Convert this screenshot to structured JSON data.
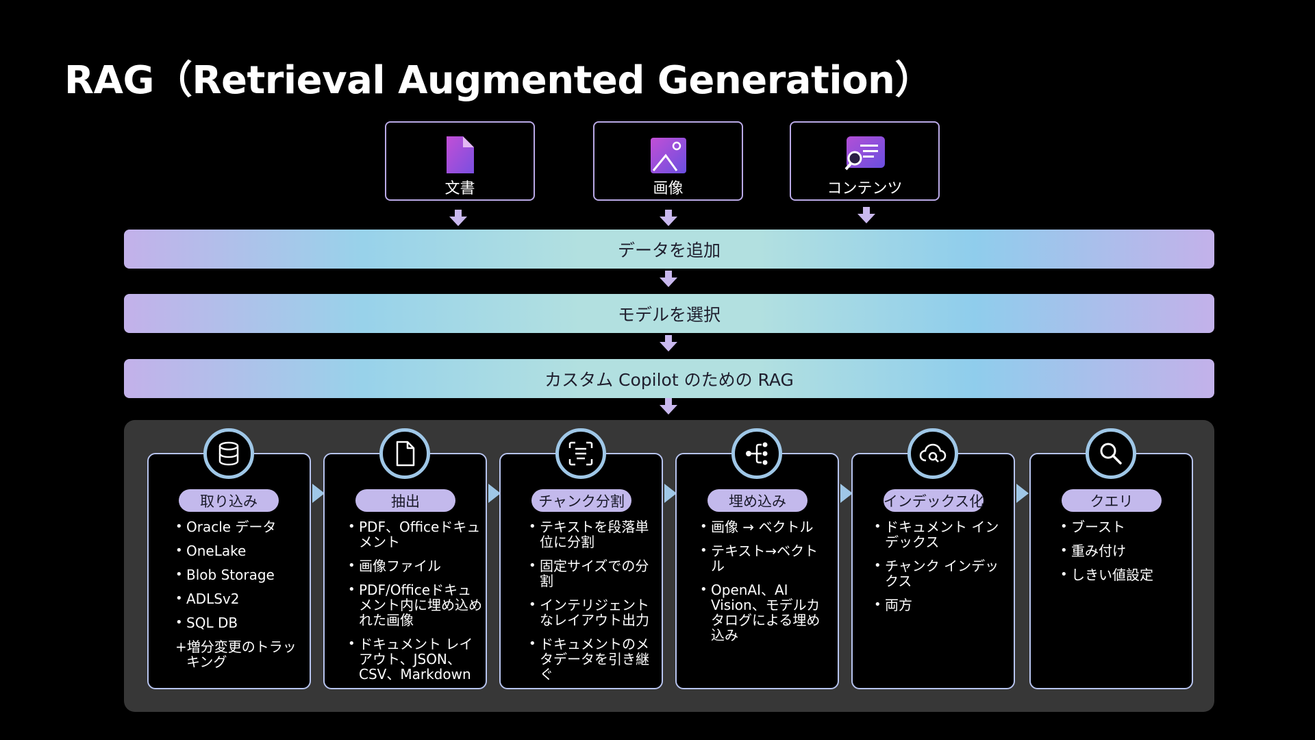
{
  "title": "RAG（Retrieval Augmented Generation）",
  "sources": [
    {
      "label": "文書",
      "icon": "document-icon"
    },
    {
      "label": "画像",
      "icon": "image-icon"
    },
    {
      "label": "コンテンツ",
      "icon": "content-search-icon"
    }
  ],
  "bands": [
    "データを追加",
    "モデルを選択",
    "カスタム Copilot のための RAG"
  ],
  "steps": [
    {
      "label": "取り込み",
      "icon": "database-icon",
      "items": [
        "Oracle データ",
        "OneLake",
        "Blob Storage",
        "ADLSv2",
        "SQL DB"
      ],
      "extra": "+増分変更のトラッキング"
    },
    {
      "label": "抽出",
      "icon": "file-icon",
      "items": [
        "PDF、Officeドキュメント",
        "画像ファイル",
        "PDF/Officeドキュメント内に埋め込めれた画像",
        "ドキュメント レイアウト、JSON、CSV、Markdown"
      ]
    },
    {
      "label": "チャンク分割",
      "icon": "chunk-scan-icon",
      "items": [
        "テキストを段落単位に分割",
        "固定サイズでの分割",
        "インテリジェントなレイアウト出力",
        "ドキュメントのメタデータを引き継ぐ"
      ]
    },
    {
      "label": "埋め込み",
      "icon": "vector-branch-icon",
      "items": [
        "画像 → ベクトル",
        "テキスト→ベクトル",
        "OpenAI、AI Vision、モデルカタログによる埋め込み"
      ]
    },
    {
      "label": "インデックス化",
      "icon": "cloud-search-icon",
      "items": [
        "ドキュメント インデックス",
        "チャンク インデックス",
        "両方"
      ]
    },
    {
      "label": "クエリ",
      "icon": "search-icon",
      "items": [
        "ブースト",
        "重み付け",
        "しきい値設定"
      ]
    }
  ],
  "colors": {
    "accent": "#b9a9e6",
    "pill": "#c3b9ec",
    "panel": "#373737",
    "ring": "#9fc7e7"
  }
}
